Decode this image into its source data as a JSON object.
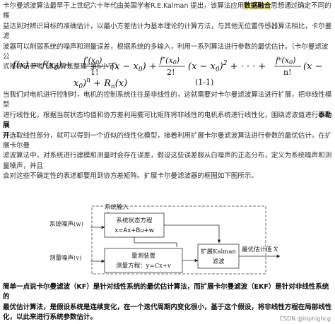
{
  "intro": {
    "line1_a": "卡尔曼滤波算法最早于上世纪六十年代由美国学者R.E.Kalman 提出，该算法应用",
    "line1_hl": "数据融合",
    "line1_b": "思想通过确定不同的権",
    "line2": "益达到对辨识目标的准确估计，以最小方差估计为基本理论的计算方法，与其他无位置传感器算法相比，卡尔曼滤",
    "line3": "波器可以削弱系统的噪声和测量误差，根据系统的多输入，利用一系列算法进行参数的最优估计。（卡尔曼滤波公",
    "line4": "式推导请参考“滤波算法整理”第6小节）"
  },
  "formula": {
    "eq_label": "(1-1)"
  },
  "body": {
    "line1": "当我们对电机进行控制时，电机的控制系统往往是非线性的，这就需要对卡尔曼滤波算法进行扩展，把非线性模型",
    "line2": "进行线性化，根据当前状态均值和协方差利用擺可比矩阵将非线性的电机系统进行线性化，围绕滤波值进行",
    "line2_bold": "泰勒展",
    "line3_bold": "开",
    "line3": "选取线性部分，就可以得到一个近似的线性化模型，接着利用扩展卡尔曼滤波算法进行参数的最优估计。在扩展卡尔曼",
    "line4": "滤波算法中，对系统进行建模和测量时会存在误差，假设这些误差服从白噪声的正态分布，定义为系统噪声和测量噪声，并且",
    "line5": "会对这些不确定性的表述都要用到协方差矩阵。扩展卡尔曼滤波器的框图如下图所示。"
  },
  "diagram": {
    "system_input": "系统输入",
    "system_noise": "系统噪声(w)",
    "measure_noise": "测量噪声(v)",
    "state_eq_title": "系统状态方程",
    "state_eq": "x=Ax+Bu+w",
    "measure_title": "量测装置",
    "measure_eq": "测量方程：y=Cx+v",
    "ekf_line1": "扩展Kalman",
    "ekf_line2": "滤波",
    "optimal_out": "最优估计值 X̂"
  },
  "summary": {
    "line1": "简单一点说卡尔曼滤波（KF）是针对线性系统的最优估计算法，而扩展卡尔曼滤波（EKF）是针对非线性系统的",
    "line2": "最优估计算法，是假设系统是连续变化，在一个迭代周期内变化很小，基于这个假设，将非线性方程在局部线性",
    "line3": "化，以此来进行系统参数估计。"
  },
  "watermark": "CSDN @hiphighcg",
  "colors": {
    "highlight": "#fbf39a",
    "text": "#333333"
  }
}
